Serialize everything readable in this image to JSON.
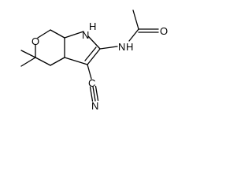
{
  "structure": {
    "atoms": {
      "ring_oxygen": "O",
      "pyrrole_nitrogen": "N",
      "pyrrole_hydrogen": "H",
      "amide_nitrogen": "N",
      "amide_hydrogen": "H",
      "carbonyl_oxygen": "O",
      "nitrile_carbon": "C",
      "nitrile_nitrogen": "N"
    }
  }
}
